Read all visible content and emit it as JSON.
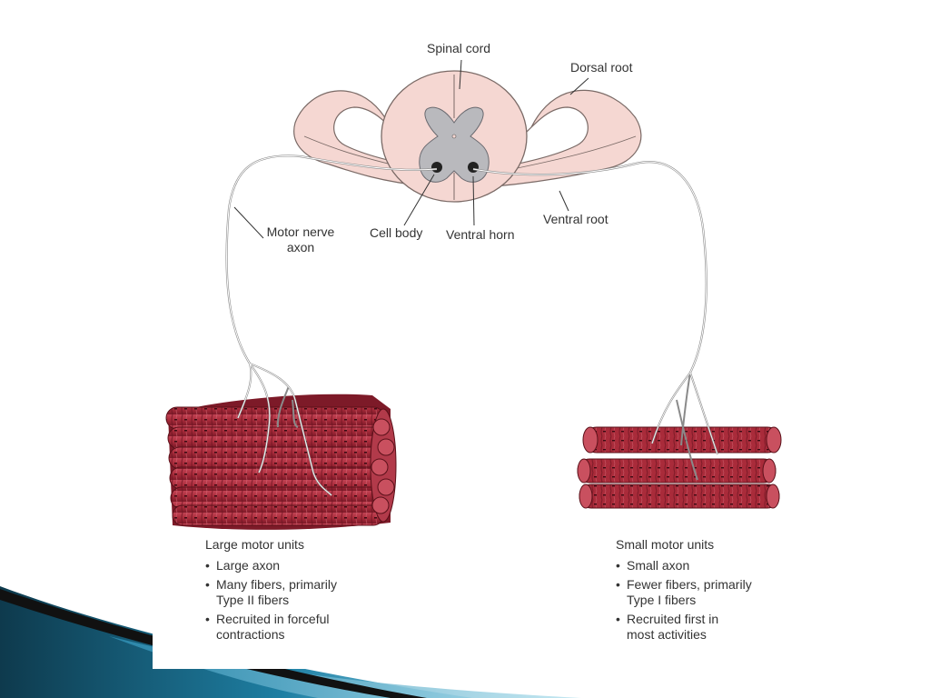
{
  "labels": {
    "spinal_cord": "Spinal cord",
    "dorsal_root": "Dorsal root",
    "motor_nerve_axon": "Motor nerve\naxon",
    "cell_body": "Cell body",
    "ventral_horn": "Ventral horn",
    "ventral_root": "Ventral root"
  },
  "large_units": {
    "title": "Large motor units",
    "items": [
      {
        "bullet": "•",
        "text": "Large axon"
      },
      {
        "bullet": "•",
        "text": "Many fibers, primarily\nType II fibers"
      },
      {
        "bullet": "•",
        "text": "Recruited in forceful\ncontractions"
      }
    ]
  },
  "small_units": {
    "title": "Small motor units",
    "items": [
      {
        "bullet": "•",
        "text": "Small axon"
      },
      {
        "bullet": "•",
        "text": "Fewer fibers, primarily\nType I fibers"
      },
      {
        "bullet": "•",
        "text": "Recruited first in\nmost activities"
      }
    ]
  },
  "colors": {
    "slide_accent_dark": "#0b3040",
    "slide_accent_light": "#3d9ec2",
    "tissue": "#f5d7d2",
    "gray_matter": "#b9b9bd",
    "muscle": "#a92b3a",
    "muscle_dark": "#6e1522",
    "cell_body": "#222222"
  }
}
